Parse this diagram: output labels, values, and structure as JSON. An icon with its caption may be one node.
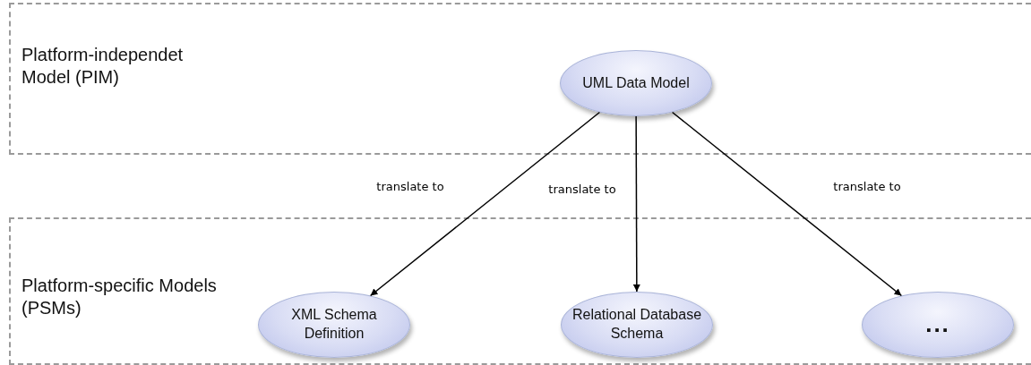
{
  "diagram": {
    "nodes": [
      {
        "text": [
          "Platform-independet Model (PIM)"
        ]
      },
      {
        "text": [
          "UML Data Model"
        ],
        "in": 0
      },
      {
        "text": [
          "Platform-specific Models (PSMs)"
        ]
      },
      {
        "text": [
          "XML Schema Definition"
        ],
        "in": 2
      },
      {
        "text": [
          "Relational Database Schema"
        ],
        "in": 2
      },
      {
        "text": [
          "..."
        ],
        "in": 2
      }
    ],
    "edges": [
      {
        "from": 1,
        "to": 3,
        "arrow": "to",
        "label": "translate to"
      },
      {
        "from": 1,
        "to": 4,
        "arrow": "to",
        "label": "translate to"
      },
      {
        "from": 1,
        "to": 5,
        "arrow": "to",
        "label": "translate to"
      }
    ]
  }
}
